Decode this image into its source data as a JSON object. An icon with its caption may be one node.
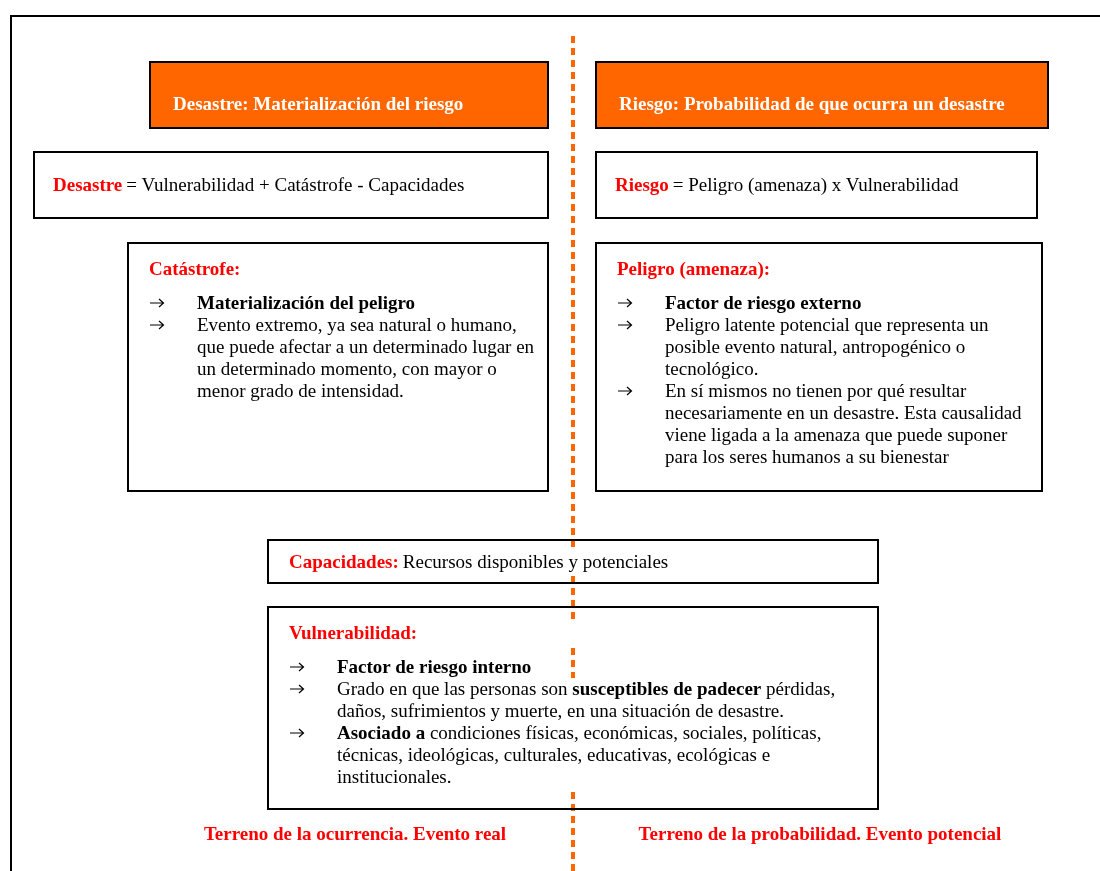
{
  "diagram": {
    "nodes": [
      {
        "text": [
          "Desastre: Materialización del riesgo"
        ]
      },
      {
        "text": [
          "Riesgo: Probabilidad de que ocurra un desastre"
        ]
      },
      {
        "text": [
          "Desastre",
          "= Vulnerabilidad + Catástrofe - Capacidades"
        ]
      },
      {
        "text": [
          "Riesgo",
          "= Peligro (amenaza) x Vulnerabilidad"
        ]
      },
      {
        "text": [
          "Catástrofe:",
          "Materialización del peligro",
          "Evento extremo, ya sea natural o humano, que puede afectar a un determinado lugar en un determinado momento, con mayor o menor grado de intensidad."
        ]
      },
      {
        "text": [
          "Peligro (amenaza):",
          "Factor de riesgo externo",
          "Peligro latente potencial que representa un posible evento natural, antropogénico o tecnológico.",
          "En sí mismos no tienen por qué resultar necesariamente en un desastre. Esta causalidad viene ligada a la amenaza que puede suponer para los seres humanos a su bienestar"
        ]
      },
      {
        "text": [
          "Capacidades:",
          "Recursos disponibles y potenciales"
        ]
      },
      {
        "text": [
          "Vulnerabilidad:",
          "Factor de riesgo interno",
          "Grado en que las personas son **susceptibles de padecer** pérdidas, daños, sufrimientos y muerte, en una situación de desastre.",
          "**Asociado a** condiciones físicas, económicas, sociales, políticas, técnicas, ideológicas, culturales, educativas, ecológicas e institucionales."
        ]
      }
    ],
    "labels": [
      "Terreno de la ocurrencia. Evento real",
      "Terreno de la probabilidad. Evento potencial"
    ]
  }
}
